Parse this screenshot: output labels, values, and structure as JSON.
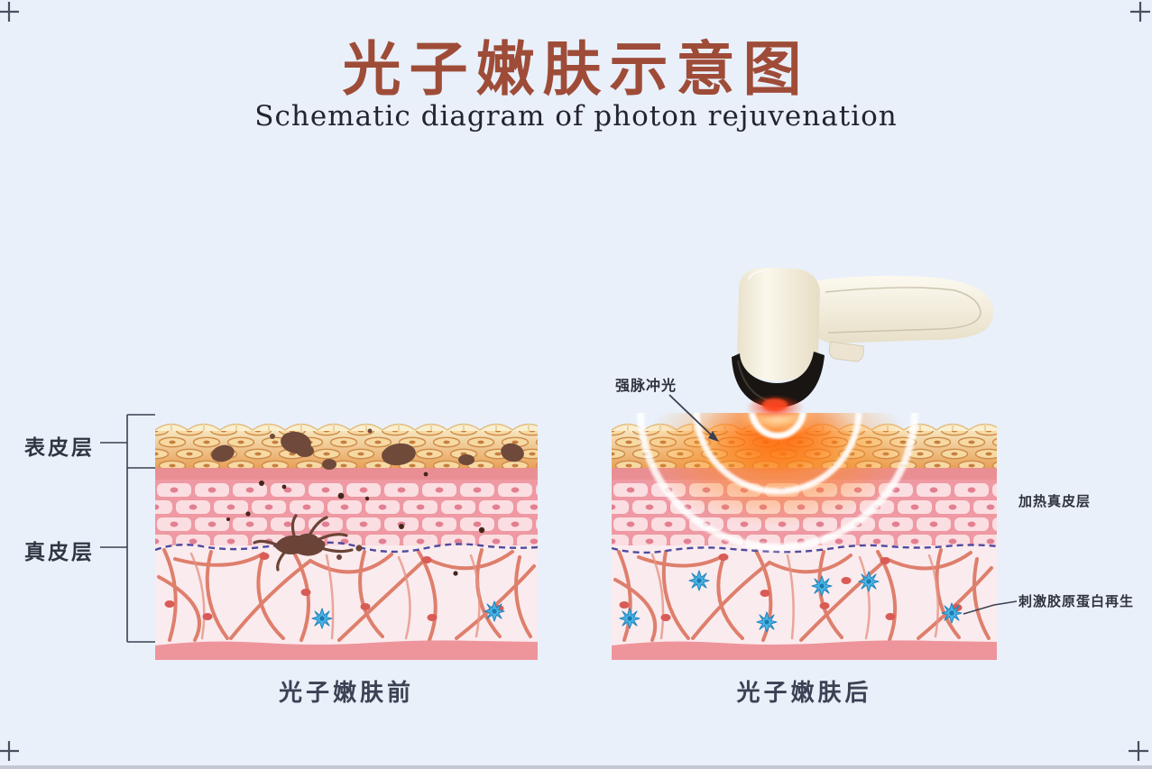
{
  "title": {
    "zh": "光子嫩肤示意图",
    "en": "Schematic diagram of photon rejuvenation"
  },
  "before_panel": {
    "caption": "光子嫩肤前",
    "layer_labels": {
      "epidermis": "表皮层",
      "dermis": "真皮层"
    }
  },
  "after_panel": {
    "caption": "光子嫩肤后",
    "annotations": {
      "ipl": "强脉冲光",
      "heat_dermis": "加热真皮层",
      "collagen": "刺激胶原蛋白再生"
    }
  },
  "colors": {
    "background": "#e9f0fa",
    "title": "#9e4c38",
    "subtitle": "#23242f",
    "epidermis_surface": "#f9efcf",
    "epidermis_cells": "#e8a158",
    "basal_band": "#e98f93",
    "cell_layer": "#ee99a3",
    "dermis": "#faebee",
    "collagen_fiber": "#dd7a66",
    "fibroblast_star": "#4ab5e6",
    "pigment_spot": "#6f4a3a",
    "junction_dashed": "#4f4a9e",
    "glow_orange": "#ff8c1e",
    "device_body": "#f7f2e2",
    "device_tip": "#181513",
    "tip_light": "#ff4a22"
  }
}
